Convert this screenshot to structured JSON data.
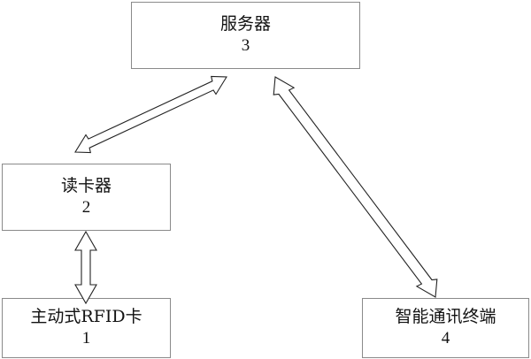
{
  "nodes": {
    "server": {
      "label": "服务器",
      "number": "3"
    },
    "reader": {
      "label": "读卡器",
      "number": "2"
    },
    "card": {
      "label": "主动式RFID卡",
      "number": "1"
    },
    "terminal": {
      "label": "智能通讯终端",
      "number": "4"
    }
  },
  "edges": [
    {
      "from": "reader",
      "to": "server",
      "style": "double-headed hollow arrow"
    },
    {
      "from": "card",
      "to": "reader",
      "style": "double-headed hollow arrow"
    },
    {
      "from": "terminal",
      "to": "server",
      "style": "double-headed hollow arrow"
    }
  ]
}
